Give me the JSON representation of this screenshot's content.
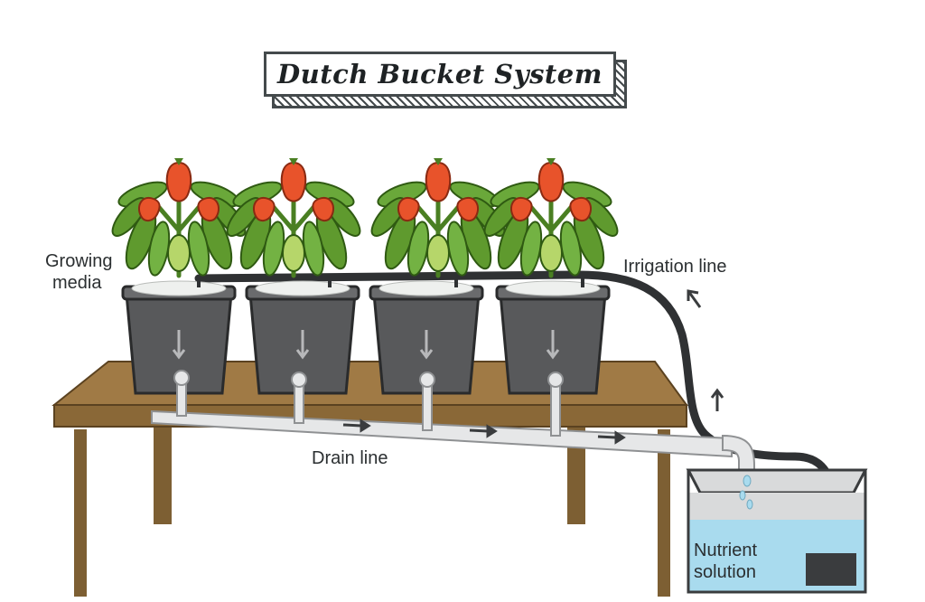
{
  "title": "Dutch Bucket System",
  "labels": {
    "growing_media": [
      "Growing",
      "media"
    ],
    "irrigation_line": "Irrigation line",
    "drain_line": "Drain line",
    "nutrient_solution": [
      "Nutrient",
      "solution"
    ]
  },
  "colors": {
    "bucket": "#58595b",
    "table_top": "#a07a45",
    "table_legs": "#7d5f33",
    "pipe_drain": "#e6e7e8",
    "pipe_irrigation": "#2f3133",
    "pepper": "#e8532b",
    "leaf": "#5f9a2e",
    "water": "#a9dbee"
  },
  "buckets": [
    {
      "id": "bucket-1"
    },
    {
      "id": "bucket-2"
    },
    {
      "id": "bucket-3"
    },
    {
      "id": "bucket-4"
    }
  ]
}
